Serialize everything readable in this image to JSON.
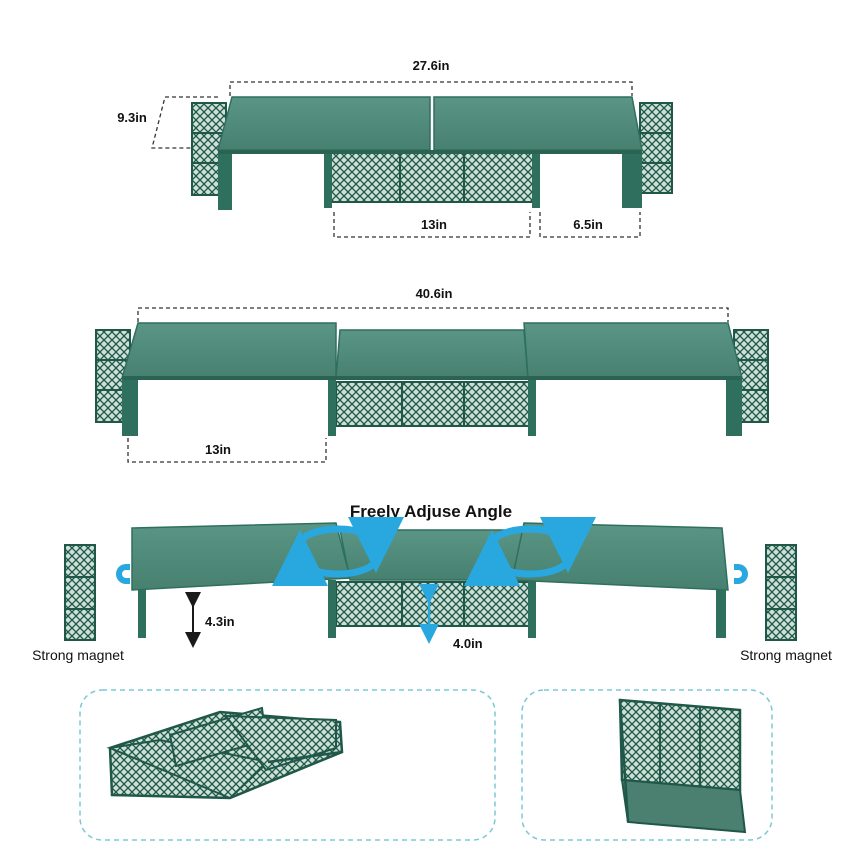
{
  "colors": {
    "surface": "#4f8c7c",
    "surface_dark": "#2f6f5e",
    "frame": "#1f5848",
    "mesh": "#2a6b59",
    "arrow_blue": "#29a8e0",
    "dashed_frame": "#7bc8d6"
  },
  "section1": {
    "width_label": "27.6in",
    "depth_label": "9.3in",
    "middle_label": "13in",
    "side_label": "6.5in"
  },
  "section2": {
    "width_label": "40.6in",
    "side_label": "13in"
  },
  "section3": {
    "title": "Freely Adjuse Angle",
    "height_side_label": "4.3in",
    "height_middle_label": "4.0in",
    "left_caption": "Strong magnet",
    "right_caption": "Strong magnet"
  },
  "icons": [
    "pen-holder-icon",
    "magnet-icon",
    "rotate-arrow-icon",
    "height-arrow-icon",
    "mesh-drawer-icon"
  ]
}
